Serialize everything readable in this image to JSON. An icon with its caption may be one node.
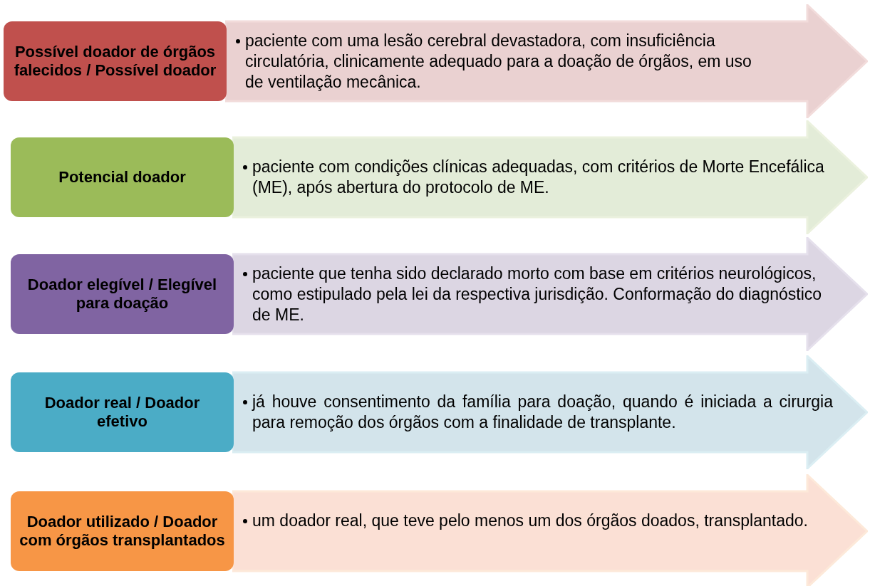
{
  "diagram": {
    "nodes": [
      {
        "text": [
          "Possível doador de órgãos falecidos / Possível doador"
        ]
      },
      {
        "text": [
          "paciente com uma lesão cerebral devastadora, com insuficiência circulatória, clinicamente adequado para a doação de órgãos, em uso de ventilação mecânica."
        ]
      },
      {
        "text": [
          "Potencial doador"
        ]
      },
      {
        "text": [
          "paciente com condições clínicas adequadas, com critérios de Morte Encefálica (ME), após abertura do protocolo de ME."
        ]
      },
      {
        "text": [
          "Doador elegível / Elegível para doação"
        ]
      },
      {
        "text": [
          "paciente que tenha sido declarado morto com base em critérios neurológicos, como estipulado pela lei da respectiva jurisdição. Conformação do diagnóstico de ME."
        ]
      },
      {
        "text": [
          "Doador real / Doador efetivo"
        ]
      },
      {
        "text": [
          "já houve consentimento da família para doação, quando é iniciada a cirurgia para remoção dos órgãos com a finalidade de transplante."
        ]
      },
      {
        "text": [
          "Doador utilizado / Doador com órgãos transplantados"
        ]
      },
      {
        "text": [
          "um doador real, que teve pelo menos um dos órgãos doados, transplantado."
        ]
      }
    ]
  }
}
